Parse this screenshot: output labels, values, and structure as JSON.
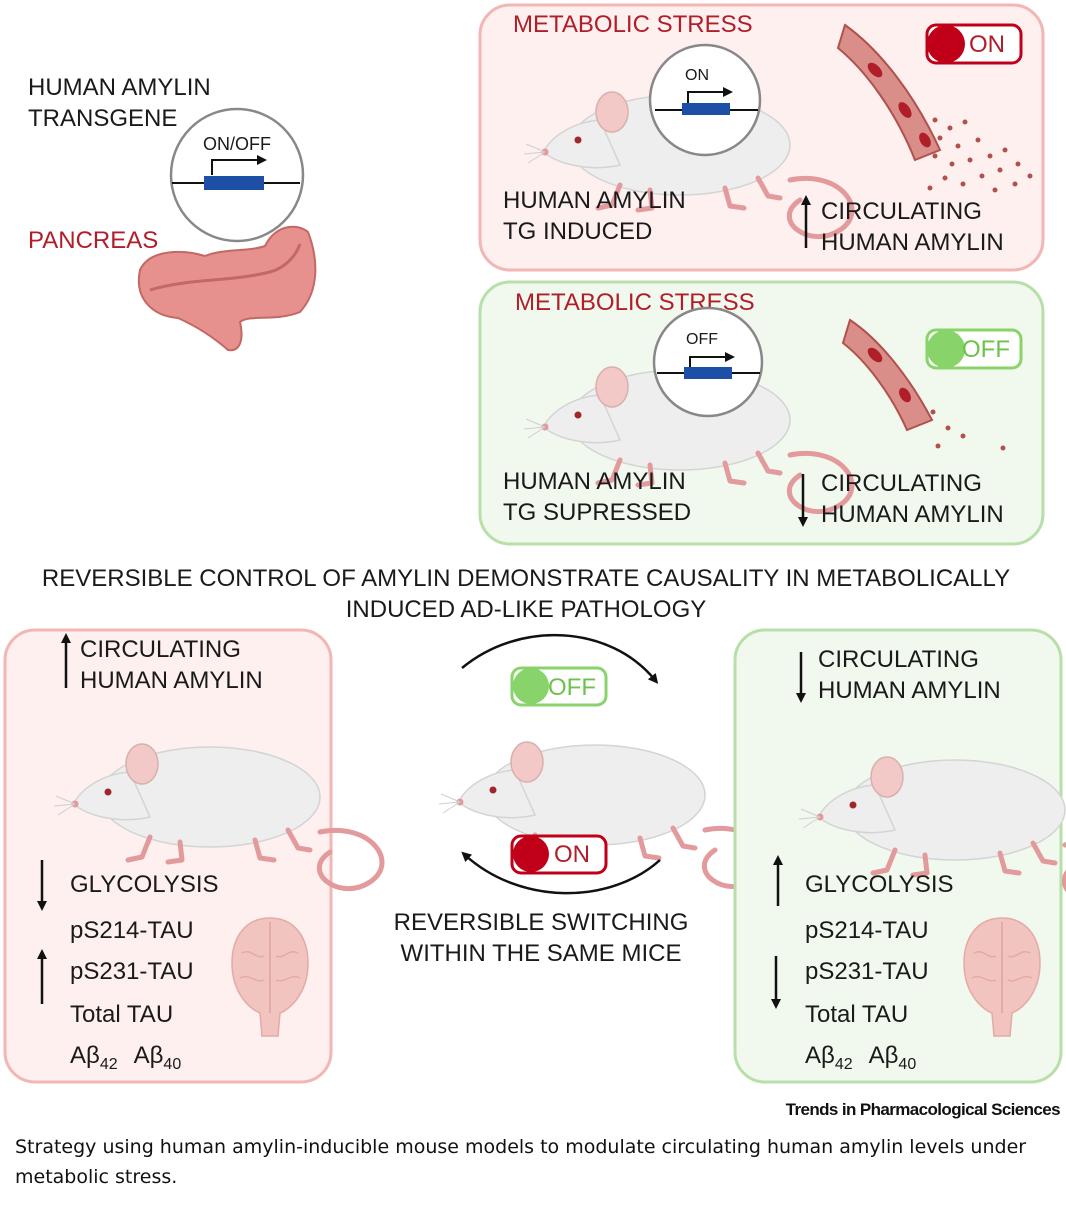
{
  "left": {
    "transgene": [
      "HUMAN AMYLIN",
      "TRANSGENE"
    ],
    "switch_label": "ON/OFF",
    "pancreas": "PANCREAS"
  },
  "panel_on": {
    "stress": "METABOLIC STRESS",
    "gene_label": "ON",
    "toggle": "ON",
    "tg": [
      "HUMAN AMYLIN",
      "TG INDUCED"
    ],
    "circulating": [
      "CIRCULATING",
      "HUMAN AMYLIN"
    ]
  },
  "panel_off": {
    "stress": "METABOLIC STRESS",
    "gene_label": "OFF",
    "toggle": "OFF",
    "tg": [
      "HUMAN AMYLIN",
      "TG SUPRESSED"
    ],
    "circulating": [
      "CIRCULATING",
      "HUMAN AMYLIN"
    ]
  },
  "headline": [
    "REVERSIBLE CONTROL OF AMYLIN DEMONSTRATE CAUSALITY IN METABOLICALLY",
    "INDUCED AD-LIKE PATHOLOGY"
  ],
  "bottom_left": {
    "circulating": [
      "CIRCULATING",
      "HUMAN AMYLIN"
    ],
    "markers": [
      "GLYCOLYSIS",
      "pS214-TAU",
      "pS231-TAU",
      "Total TAU"
    ],
    "abeta": {
      "base": "Aβ",
      "sub1": "42",
      "sub2": "40"
    }
  },
  "middle": {
    "toggle_top": "OFF",
    "toggle_bottom": "ON",
    "switching": [
      "REVERSIBLE SWITCHING",
      "WITHIN THE SAME MICE"
    ]
  },
  "bottom_right": {
    "circulating": [
      "CIRCULATING",
      "HUMAN AMYLIN"
    ],
    "markers": [
      "GLYCOLYSIS",
      "pS214-TAU",
      "pS231-TAU",
      "Total TAU"
    ],
    "abeta": {
      "base": "Aβ",
      "sub1": "42",
      "sub2": "40"
    }
  },
  "credit": "Trends in Pharmacological Sciences",
  "caption": "Strategy using human amylin-inducible mouse models to modulate circulating human amylin levels under metabolic stress.",
  "colors": {
    "red_text": "#b01e2a",
    "panel_red_fill": "#fdf0ef",
    "panel_red_stroke": "#f2b6b4",
    "panel_green_fill": "#f1f8ee",
    "panel_green_stroke": "#b7dfaa",
    "toggle_on": "#c00018",
    "toggle_off": "#88d36a",
    "gene": "#1d4fa6"
  }
}
